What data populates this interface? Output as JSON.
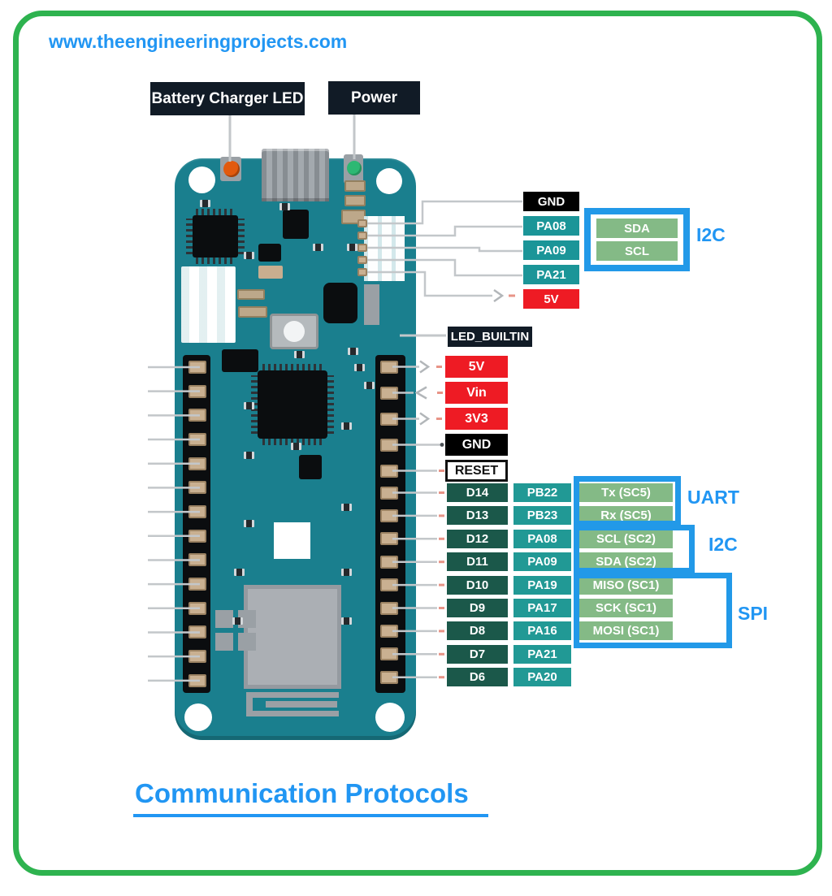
{
  "header": {
    "url": "www.theengineeringprojects.com"
  },
  "callouts": {
    "battery_led": "Battery Charger LED",
    "power": "Power",
    "led_builtin": "LED_BUILTIN"
  },
  "top_pin_group": {
    "pins": [
      {
        "label": "GND",
        "type": "gnd"
      },
      {
        "label": "PA08",
        "type": "pa"
      },
      {
        "label": "PA09",
        "type": "pa"
      },
      {
        "label": "PA21",
        "type": "pa"
      },
      {
        "label": "5V",
        "type": "power"
      }
    ],
    "i2c": {
      "label": "I2C",
      "signals": [
        "SDA",
        "SCL"
      ]
    }
  },
  "power_pin_group": [
    {
      "label": "5V",
      "type": "power"
    },
    {
      "label": "Vin",
      "type": "power"
    },
    {
      "label": "3V3",
      "type": "power"
    },
    {
      "label": "GND",
      "type": "gnd"
    },
    {
      "label": "RESET",
      "type": "reset"
    }
  ],
  "pin_table": {
    "rows": [
      {
        "digital": "D14",
        "mcu": "PB22",
        "signal": "Tx (SC5)"
      },
      {
        "digital": "D13",
        "mcu": "PB23",
        "signal": "Rx (SC5)"
      },
      {
        "digital": "D12",
        "mcu": "PA08",
        "signal": "SCL (SC2)"
      },
      {
        "digital": "D11",
        "mcu": "PA09",
        "signal": "SDA (SC2)"
      },
      {
        "digital": "D10",
        "mcu": "PA19",
        "signal": "MISO (SC1)"
      },
      {
        "digital": "D9",
        "mcu": "PA17",
        "signal": "SCK (SC1)"
      },
      {
        "digital": "D8",
        "mcu": "PA16",
        "signal": "MOSI (SC1)"
      },
      {
        "digital": "D7",
        "mcu": "PA21",
        "signal": ""
      },
      {
        "digital": "D6",
        "mcu": "PA20",
        "signal": ""
      }
    ]
  },
  "protocol_labels": {
    "uart": "UART",
    "i2c": "I2C",
    "spi": "SPI"
  },
  "footer": {
    "title": "Communication Protocols"
  },
  "colors": {
    "accent_blue": "#2196f3",
    "protocol_box_blue": "#2299e8",
    "frame_green": "#2eb34f",
    "board_teal": "#1a7f8e",
    "pin_teal": "#1b9598",
    "digital_green": "#1b584a",
    "signal_green": "#84ba86",
    "power_red": "#ee1b24",
    "callout_dark": "#111b26"
  }
}
